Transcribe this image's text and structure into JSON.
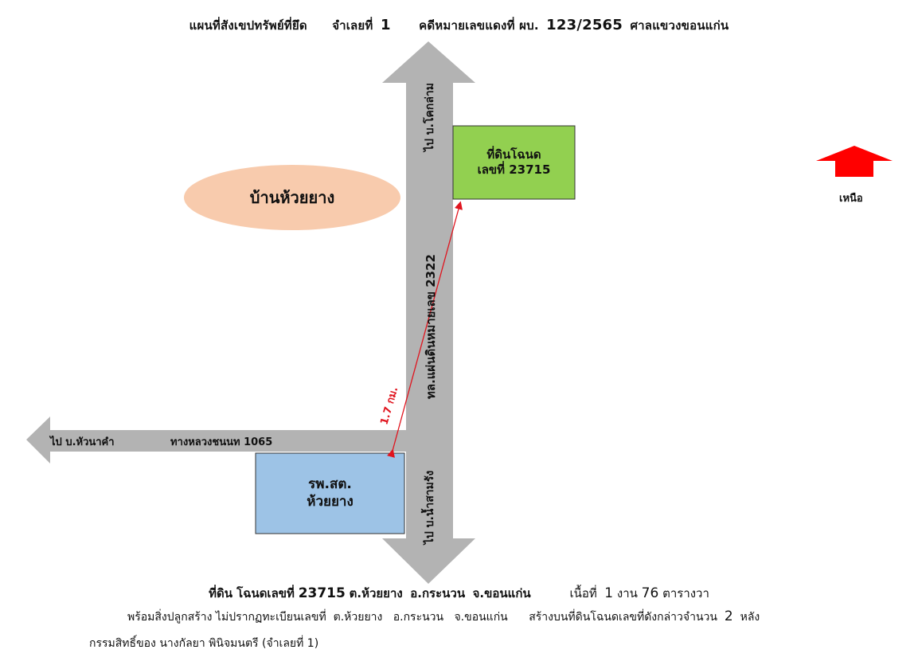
{
  "title": {
    "part1": "แผนที่สังเขปทรัพย์ที่ยึด",
    "item_label": "จำเลยที่",
    "item_no": "1",
    "case_label": "คดีหมายเลขแดงที่",
    "case_prefix": "ผบ.",
    "case_no": "123/2565",
    "court": "ศาลแขวงขอนแก่น"
  },
  "roads": {
    "north_dest": "ไป บ.โคกล่าม",
    "south_dest": "ไป บ.น้ำสามรัง",
    "west_dest": "ไป บ.หัวนาคำ",
    "vertical_road": "ทล.แผ่นดินหมายเลข 2322",
    "horizontal_road": "ทางหลวงชนนท 1065"
  },
  "places": {
    "village": "บ้านห้วยยาง",
    "land_line1": "ที่ดินโฉนด",
    "land_line2": "เลขที่ 23715",
    "hospital_line1": "รพ.สต.",
    "hospital_line2": "ห้วยยาง"
  },
  "distance_label": "1.7 กม.",
  "north_label": "เหนือ",
  "footer": {
    "line1_a": "ที่ดิน โฉนดเลขที่",
    "deed_no": "23715",
    "line1_b": "ต.ห้วยยาง",
    "line1_c": "อ.กระนวน",
    "line1_d": "จ.ขอนแก่น",
    "area_label": "เนื้อที่",
    "area_ngan": "1",
    "ngan_label": "งาน",
    "area_wa": "76",
    "wa_label": "ตารางวา",
    "line2_a": "พร้อมสิ่งปลูกสร้าง ไม่ปรากฏทะเบียนเลขที่",
    "line2_b": "ต.ห้วยยาง",
    "line2_c": "อ.กระนวน",
    "line2_d": "จ.ขอนแก่น",
    "line2_e": "สร้างบนที่ดินโฉนดเลขที่ดังกล่าวจำนวน",
    "building_count": "2",
    "building_unit": "หลัง",
    "line3": "กรรมสิทธิ์ของ นางกัลยา พินิจมนตรี (จำเลยที่ 1)"
  },
  "colors": {
    "road": "#b3b3b3",
    "land": "#92d050",
    "hospital": "#9dc3e6",
    "village": "#f8cbad",
    "north_arrow": "#ff0000",
    "distance": "#e0141e"
  }
}
